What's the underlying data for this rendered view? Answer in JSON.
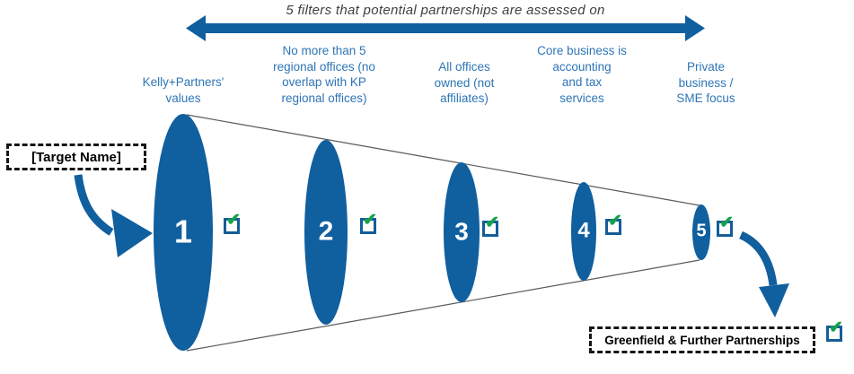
{
  "header": {
    "title": "5 filters that potential partnerships are assessed on"
  },
  "funnel": {
    "filters": [
      {
        "number": "1",
        "label": "Kelly+Partners'\nvalues",
        "checked": true
      },
      {
        "number": "2",
        "label": "No more than 5\nregional offices (no\noverlap with KP\nregional offices)",
        "checked": true
      },
      {
        "number": "3",
        "label": "All offices\nowned (not\naffiliates)",
        "checked": true
      },
      {
        "number": "4",
        "label": "Core business is\naccounting\nand tax\nservices",
        "checked": true
      },
      {
        "number": "5",
        "label": "Private\nbusiness /\nSME focus",
        "checked": true
      }
    ]
  },
  "input_box": {
    "label": "[Target Name]"
  },
  "outcome_box": {
    "label": "Greenfield & Further Partnerships",
    "checked": true
  },
  "icons": {
    "check_glyph": "✔"
  },
  "colors": {
    "primary_blue": "#105f9f",
    "label_blue": "#2e75b6",
    "check_green": "#17a24b",
    "funnel_line_gray": "#595959",
    "title_gray": "#404040"
  }
}
